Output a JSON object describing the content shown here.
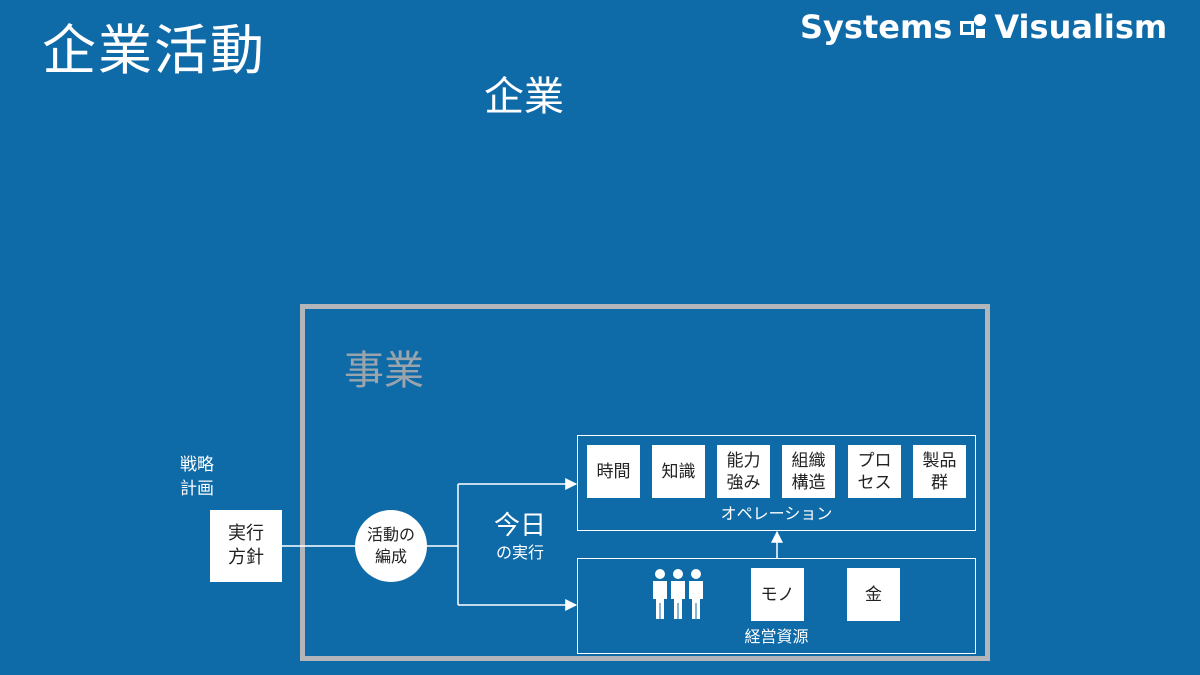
{
  "header": {
    "title": "企業活動",
    "logo_left": "Systems",
    "logo_right": "Visualism"
  },
  "diagram": {
    "company_label": "企業",
    "business_label": "事業",
    "strategy": {
      "line1": "戦略",
      "line2": "計画"
    },
    "policy": {
      "line1": "実行",
      "line2": "方針"
    },
    "organize": {
      "line1": "活動の",
      "line2": "編成"
    },
    "today": {
      "main": "今日",
      "sub": "の実行"
    },
    "operations": {
      "caption": "オペレーション",
      "items": [
        {
          "line1": "時間",
          "line2": ""
        },
        {
          "line1": "知識",
          "line2": ""
        },
        {
          "line1": "能力",
          "line2": "強み"
        },
        {
          "line1": "組織",
          "line2": "構造"
        },
        {
          "line1": "プロ",
          "line2": "セス"
        },
        {
          "line1": "製品",
          "line2": "群"
        }
      ]
    },
    "resources": {
      "caption": "経営資源",
      "items": [
        "モノ",
        "金"
      ],
      "people_icon": "people-icon"
    }
  },
  "colors": {
    "background": "#0f6aa8",
    "frame": "#b2b6ba",
    "business_label": "#9aa4ad",
    "box_fill": "#ffffff"
  }
}
